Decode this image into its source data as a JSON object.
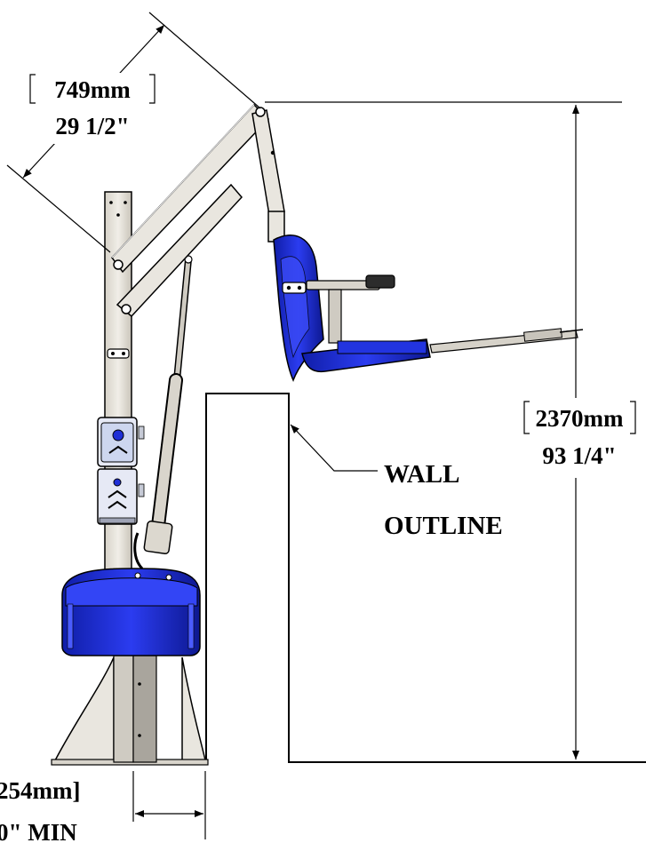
{
  "dimensions": {
    "arm_reach": {
      "metric": "749mm",
      "imperial": "29 1/2\""
    },
    "total_height": {
      "metric": "2370mm",
      "imperial": "93 1/4\""
    },
    "wall_clearance": {
      "metric": "254mm]",
      "imperial": "0\" MIN"
    }
  },
  "callouts": {
    "wall_line1": "WALL",
    "wall_line2": "OUTLINE"
  },
  "colors": {
    "frame": "#e9e6df",
    "seat_blue": "#1f2fd6",
    "outline": "#000000"
  }
}
